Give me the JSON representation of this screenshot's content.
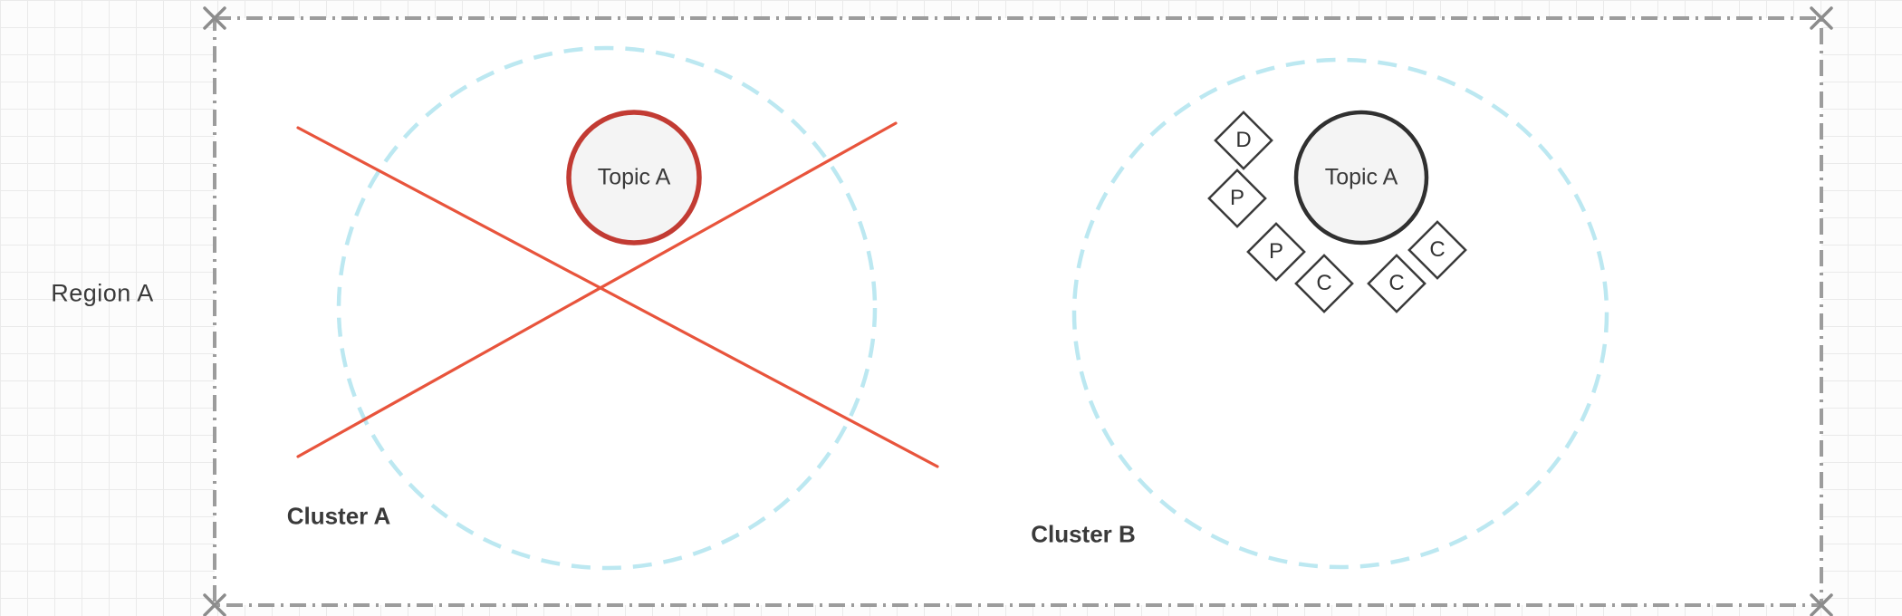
{
  "region": {
    "label": "Region A"
  },
  "cluster_a": {
    "label": "Cluster A",
    "topic_label": "Topic A",
    "status": "crossed-out"
  },
  "cluster_b": {
    "label": "Cluster B",
    "topic_label": "Topic A",
    "nodes": [
      {
        "label": "D"
      },
      {
        "label": "P"
      },
      {
        "label": "P"
      },
      {
        "label": "C"
      },
      {
        "label": "C"
      },
      {
        "label": "C"
      }
    ]
  },
  "icons": {
    "corner_marker": "x-cross-icon",
    "failure_marker": "red-x-cross"
  },
  "colors": {
    "grid_line": "#eaeaea",
    "page_background": "#fcfcfc",
    "region_fill": "#ffffff",
    "region_border": "#9c9c9c",
    "corner_cross": "#8c8c8c",
    "cluster_border": "#bce8f1",
    "topic_fill": "#f4f4f4",
    "topic_a_border": "#c23b33",
    "topic_b_border": "#303030",
    "diamond_border": "#3a3a3a",
    "cross_line": "#e8543c",
    "text": "#3a3a3a"
  }
}
